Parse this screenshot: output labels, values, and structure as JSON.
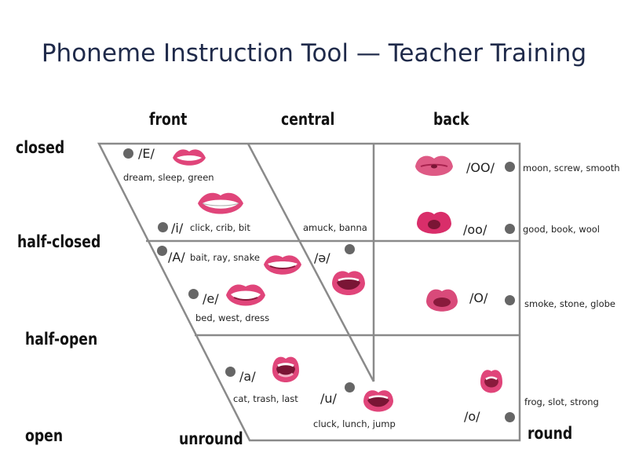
{
  "title": "Phoneme Instruction Tool — Teacher Training",
  "axes": {
    "front": "front",
    "central": "central",
    "back": "back",
    "closed": "closed",
    "half_closed": "half-closed",
    "half_open": "half-open",
    "open": "open",
    "unround": "unround",
    "round": "round"
  },
  "phonemes": {
    "E_upper": {
      "symbol": "/E/",
      "examples": "dream, sleep, green"
    },
    "i_lower": {
      "symbol": "/i/",
      "examples": "click, crib, bit"
    },
    "central_hi": {
      "examples": "amuck, banna"
    },
    "OO_upper": {
      "symbol": "/OO/",
      "examples": "moon, screw, smooth"
    },
    "oo_lower": {
      "symbol": "/oo/",
      "examples": "good, book, wool"
    },
    "A_upper": {
      "symbol": "/A/",
      "examples": "bait, ray, snake"
    },
    "schwa": {
      "symbol": "/ə/"
    },
    "e_lower": {
      "symbol": "/e/",
      "examples": "bed, west, dress"
    },
    "O_upper": {
      "symbol": "/O/",
      "examples": "smoke, stone, globe"
    },
    "a_lower": {
      "symbol": "/a/",
      "examples": "cat, trash, last"
    },
    "u_lower": {
      "symbol": "/u/",
      "examples": "cluck, lunch, jump"
    },
    "o_lower": {
      "symbol": "/o/",
      "examples": "frog, slot, strong"
    }
  },
  "colors": {
    "title": "#1f2a4a",
    "lips": "#e0457a",
    "lips_dark": "#a8234f",
    "dot": "#666666",
    "grid": "#888888"
  }
}
